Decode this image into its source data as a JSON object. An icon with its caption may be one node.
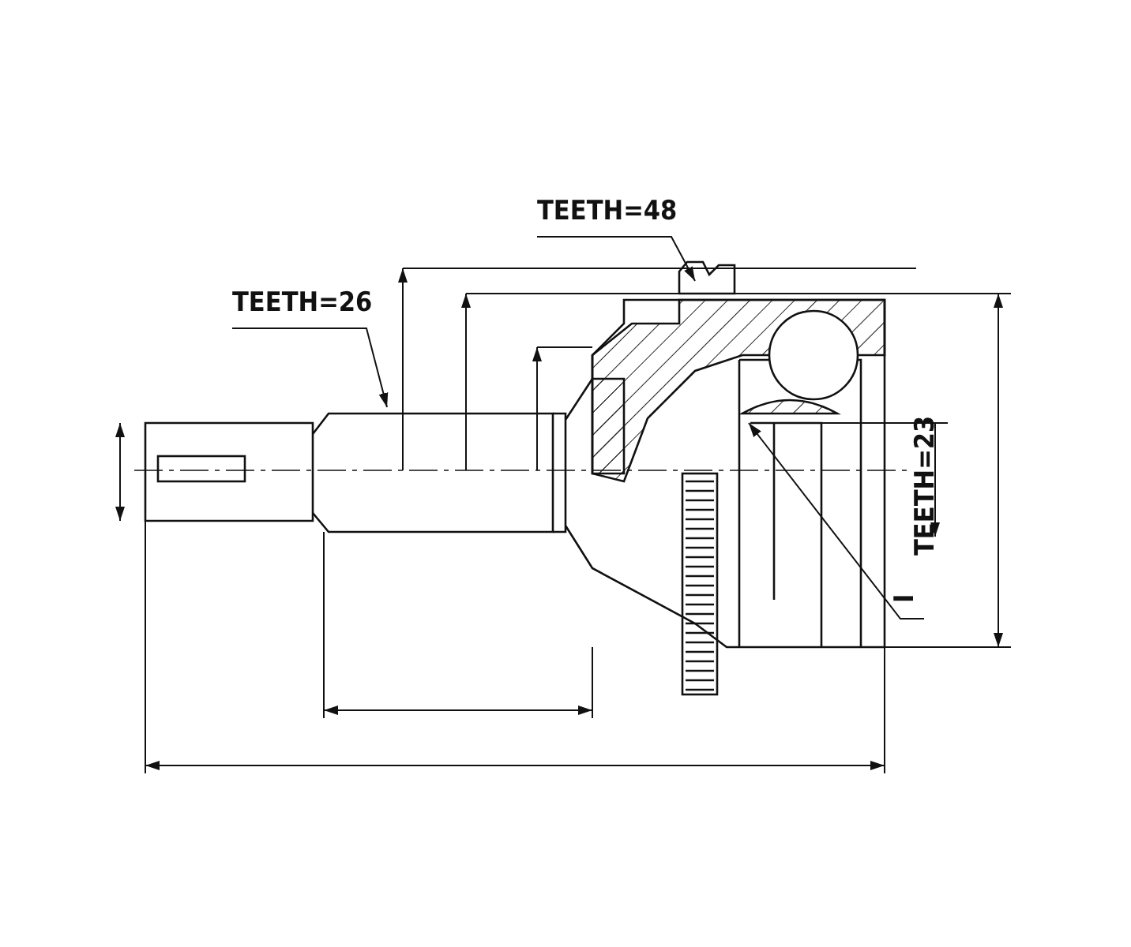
{
  "diagram": {
    "nodes": [
      {
        "text": [
          "TEETH=48"
        ]
      },
      {
        "text": [
          "TEETH=26"
        ]
      },
      {
        "text": [
          "I"
        ]
      }
    ],
    "edges": [
      {
        "from": 0,
        "to": null,
        "arrow": "to"
      },
      {
        "from": 1,
        "to": null,
        "arrow": "to"
      },
      {
        "from": 2,
        "to": null,
        "arrow": "to"
      }
    ],
    "labels": [
      "TEETH=23"
    ]
  }
}
